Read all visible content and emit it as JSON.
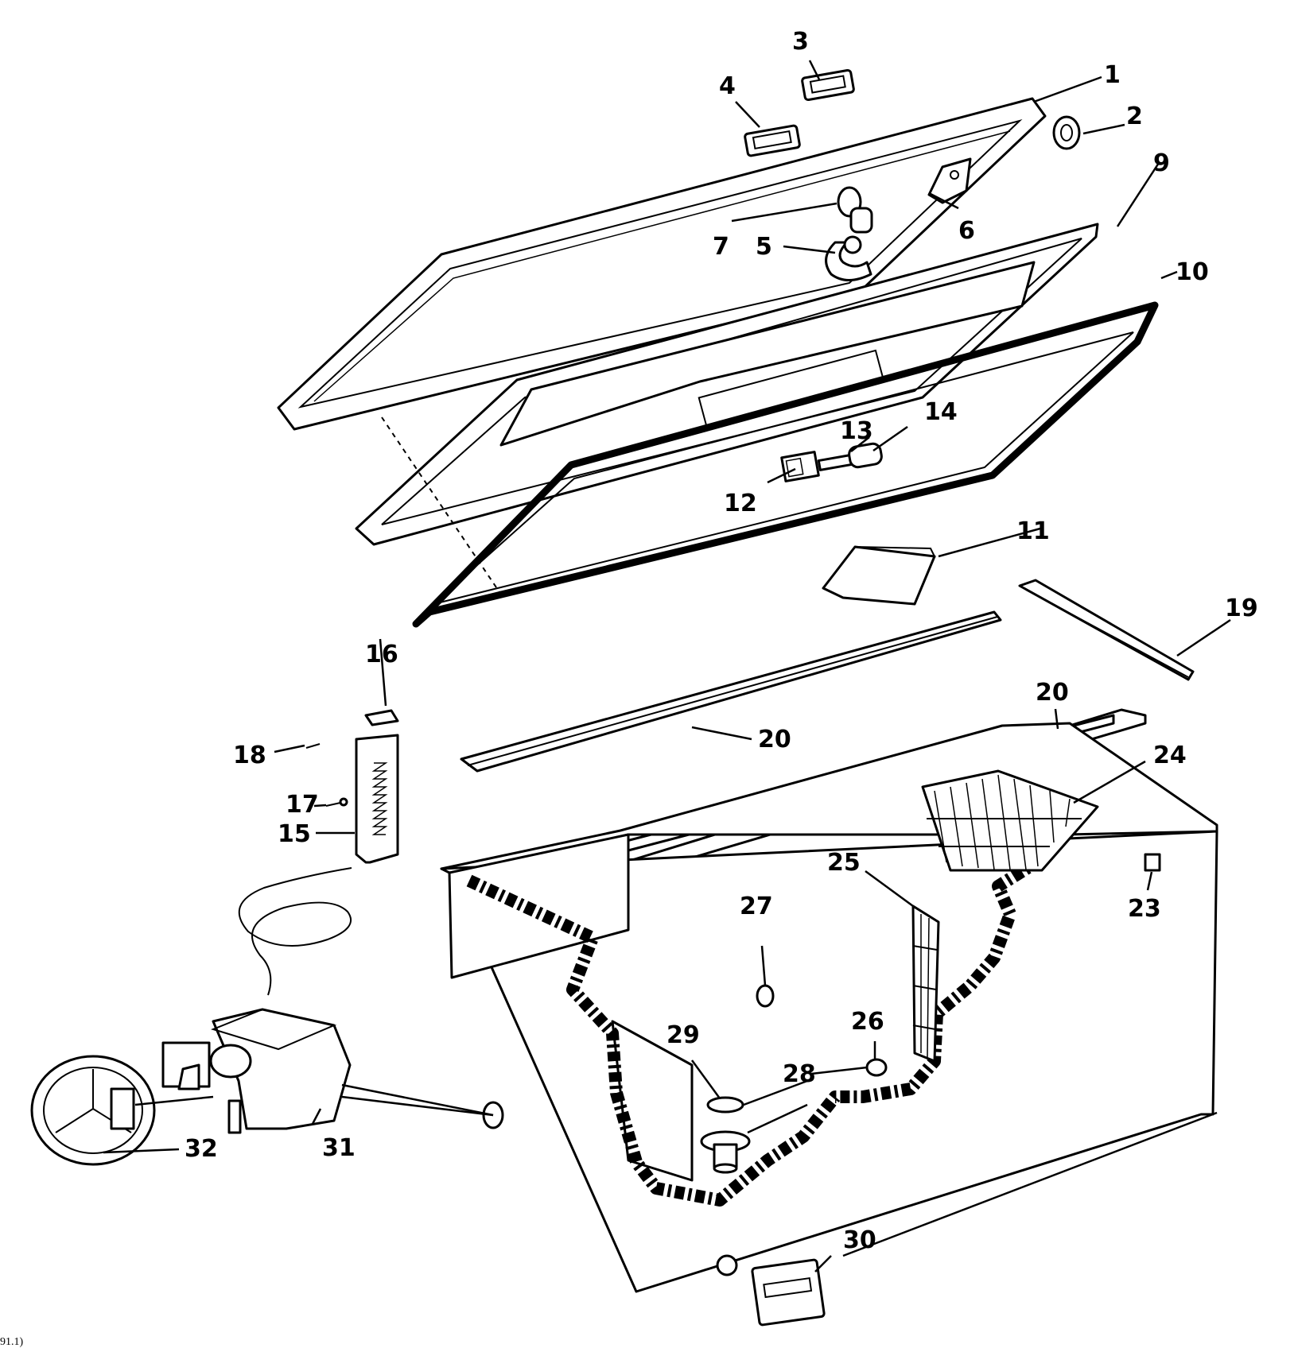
{
  "diagram": {
    "type": "exploded-parts-diagram",
    "callouts": {
      "c1": "1",
      "c2": "2",
      "c3": "3",
      "c4": "4",
      "c5": "5",
      "c6": "6",
      "c7": "7",
      "c9": "9",
      "c10": "10",
      "c11": "11",
      "c12": "12",
      "c13": "13",
      "c14": "14",
      "c15": "15",
      "c16": "16",
      "c17": "17",
      "c18": "18",
      "c19": "19",
      "c20a": "20",
      "c20b": "20",
      "c23": "23",
      "c24": "24",
      "c25": "25",
      "c26": "26",
      "c27": "27",
      "c28": "28",
      "c29": "29",
      "c30": "30",
      "c31": "31",
      "c32": "32"
    },
    "footer_code": "91.1)"
  }
}
